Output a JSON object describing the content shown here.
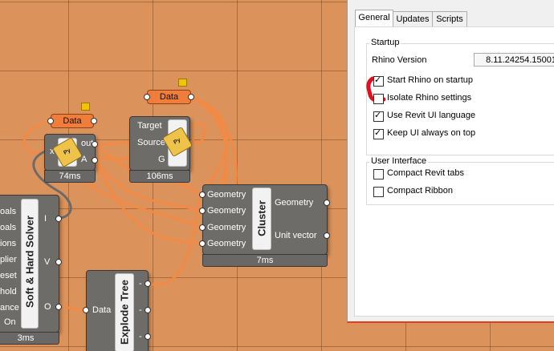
{
  "canvas": {
    "left_solver": {
      "title": "Soft & Hard Solver",
      "inputs": [
        "oals",
        "oals",
        "ions",
        "plier",
        "eset",
        "hold",
        "ance",
        "On"
      ],
      "outputs": [
        "I",
        "V",
        "O"
      ],
      "timer": "3ms"
    },
    "data_param_1": {
      "label": "Data"
    },
    "data_param_2": {
      "label": "Data"
    },
    "gh_python_1": {
      "inputs": [
        "x"
      ],
      "outputs": [
        "out",
        "A"
      ],
      "icon_text": "Py",
      "timer": "74ms"
    },
    "gh_python_2": {
      "inputs": [
        "Target",
        "Source",
        "G"
      ],
      "icon_text": "Py",
      "timer": "106ms"
    },
    "cluster": {
      "title": "Cluster",
      "inputs": [
        "Geometry",
        "Geometry",
        "Geometry",
        "Geometry"
      ],
      "outputs": [
        "Geometry",
        "Unit vector"
      ],
      "timer": "7ms"
    },
    "explode_tree": {
      "title": "Explode Tree",
      "inputs": [
        "Data"
      ],
      "outputs": [
        "-",
        "-",
        "-"
      ]
    }
  },
  "options": {
    "tabs": [
      "General",
      "Updates",
      "Scripts"
    ],
    "startup": {
      "title": "Startup",
      "rhino_version_label": "Rhino Version",
      "rhino_version_value": "8.11.24254.15001",
      "checkboxes": [
        {
          "label": "Start Rhino on startup",
          "checked": true
        },
        {
          "label": "Isolate Rhino settings",
          "checked": false
        },
        {
          "label": "Use Revit UI language",
          "checked": true
        },
        {
          "label": "Keep UI always on top",
          "checked": true
        }
      ]
    },
    "user_interface": {
      "title": "User Interface",
      "checkboxes": [
        {
          "label": "Compact Revit tabs",
          "checked": false
        },
        {
          "label": "Compact Ribbon",
          "checked": false
        }
      ]
    },
    "colors": {
      "annotation_red": "#e0101e",
      "canvas": "#db935b",
      "wire": "#f07d3a"
    }
  }
}
